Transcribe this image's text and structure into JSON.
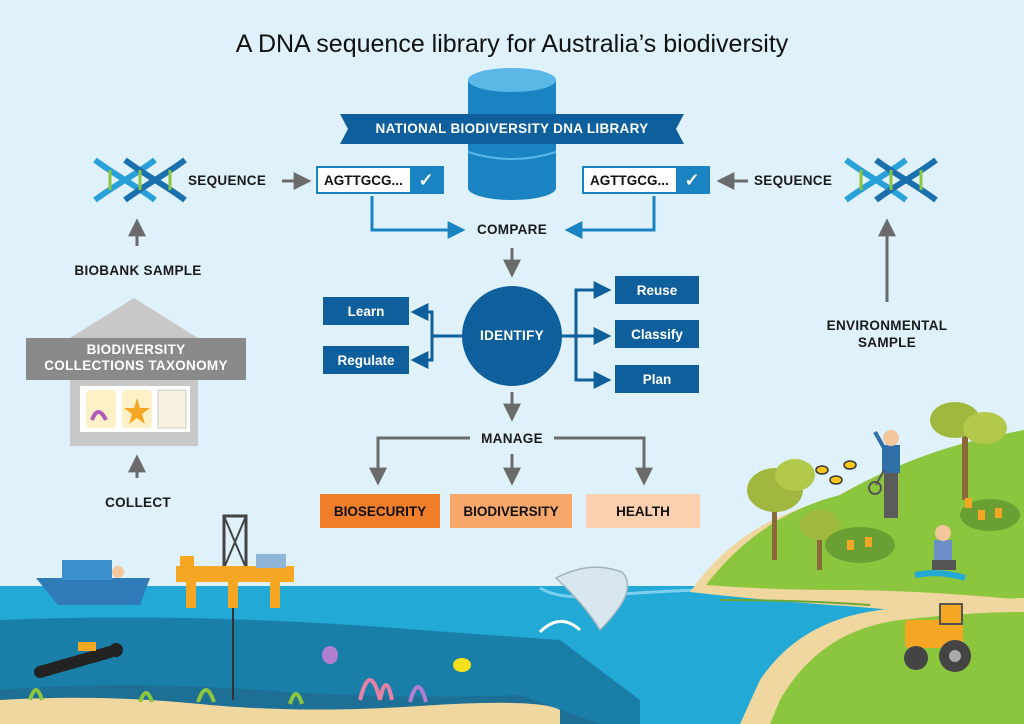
{
  "title": "A DNA sequence library for Australia’s biodiversity",
  "library": {
    "label": "NATIONAL BIODIVERSITY DNA LIBRARY"
  },
  "left": {
    "sequence_label": "SEQUENCE",
    "sequence_code": "AGTTGCG...",
    "check_icon": "✓",
    "biobank_label": "BIOBANK SAMPLE",
    "collections_label_line1": "BIODIVERSITY",
    "collections_label_line2": "COLLECTIONS TAXONOMY",
    "collect_label": "COLLECT"
  },
  "right": {
    "sequence_label": "SEQUENCE",
    "sequence_code": "AGTTGCG...",
    "check_icon": "✓",
    "env_label_line1": "ENVIRONMENTAL",
    "env_label_line2": "SAMPLE"
  },
  "flow": {
    "compare": "COMPARE",
    "identify": "IDENTIFY",
    "manage": "MANAGE",
    "left_outcomes": [
      "Learn",
      "Regulate"
    ],
    "right_outcomes": [
      "Reuse",
      "Classify",
      "Plan"
    ],
    "manage_outcomes": [
      {
        "label": "BIOSECURITY",
        "color": "#f07d2a",
        "text": "#111111"
      },
      {
        "label": "BIODIVERSITY",
        "color": "#f7a76a",
        "text": "#111111"
      },
      {
        "label": "HEALTH",
        "color": "#fbd0ae",
        "text": "#111111"
      }
    ]
  },
  "colors": {
    "navy": "#0f5f9c",
    "sequence_blue": "#1a84c2",
    "sky": "#dff1fa",
    "sea": "#22a9d6",
    "deep_sea": "#1a7fa8",
    "land": "#8cc63f",
    "sand": "#f0d7a0"
  },
  "icons": [
    "dna-helix-icon",
    "check-icon",
    "database-icon",
    "boat-icon",
    "oil-rig-icon",
    "whale-icon",
    "diver-icon",
    "tractor-icon",
    "bee-icon",
    "tree-icon"
  ]
}
